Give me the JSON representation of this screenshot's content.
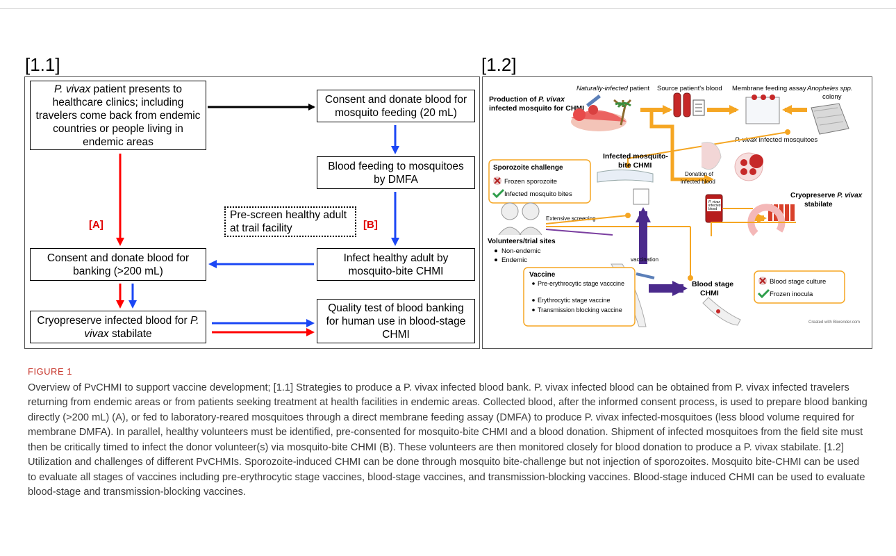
{
  "panel_labels": {
    "left": "[1.1]",
    "right": "[1.2]"
  },
  "left": {
    "box_patient": [
      "P. vivax",
      " patient presents to healthcare clinics; including travelers come back from endemic countries or people living in endemic areas"
    ],
    "box_consent_mosq": "Consent and donate blood for mosquito feeding (20 mL)",
    "box_blood_feeding": "Blood feeding to mosquitoes by DMFA",
    "box_prescreen": "Pre-screen healthy adult at trail facility",
    "box_infect": "Infect healthy adult by mosquito-bite CHMI",
    "box_consent_bank": "Consent and donate blood for banking (>200 mL)",
    "box_cryo": [
      "Cryopreserve infected blood for ",
      "P. vivax",
      " stabilate"
    ],
    "box_quality": "Quality test of blood banking for human use in blood-stage CHMI",
    "label_A": "[A]",
    "label_B": "[B]"
  },
  "right": {
    "production_title": [
      "Production of ",
      "P. vivax",
      " infected mosquito for CHMI"
    ],
    "naturally_infected": [
      "Naturally-infected",
      " patient"
    ],
    "source_blood": "Source patient's blood",
    "membrane_assay": "Membrane feeding assay",
    "anopheles": [
      "Anopheles spp.",
      "colony"
    ],
    "pv_infected_mosq": [
      "P. vivax",
      " infected mosquitoes"
    ],
    "infected_bite_chmi": [
      "Infected mosquito-",
      "bite CHMI"
    ],
    "sporozoite_title": "Sporozoite challenge",
    "frozen_sporozoite": "Frozen sporozoite",
    "infected_bites": "Infected mosquito bites",
    "donation": [
      "Donation of",
      "infected blood"
    ],
    "cryo_title": [
      "Cryopreserve ",
      "P. vivax",
      "stabilate"
    ],
    "extensive_screening": "Extensive screening",
    "volunteers_title": "Volunteers/trial sites",
    "volunteers_items": [
      "Non-endemic",
      "Endemic"
    ],
    "vaccination": "vaccination",
    "vaccine_title": "Vaccine",
    "vaccine_items": [
      "Pre-erythrocytic  stage vacccine",
      "Erythrocytic stage vaccine",
      "Transmission blocking vaccine"
    ],
    "blood_stage_chmi": [
      "Blood stage",
      "CHMI"
    ],
    "blood_stage_culture": "Blood stage culture",
    "frozen_inocula": "Frozen inocula",
    "biorender": "Created with Biorender.com",
    "bag_text": [
      "P. vivax",
      "infected",
      "blood"
    ]
  },
  "caption": {
    "figure_label": "FIGURE 1",
    "text": "Overview of PvCHMI to support vaccine development; [1.1] Strategies to produce a P. vivax infected blood bank. P. vivax infected blood can be obtained from P. vivax infected travelers returning from endemic areas or from patients seeking treatment at health facilities in endemic areas. Collected blood, after the informed consent process, is used to prepare blood banking directly (>200 mL) (A), or fed to laboratory-reared mosquitoes through a direct membrane feeding assay (DMFA) to produce P. vivax infected-mosquitoes (less blood volume required for membrane DMFA). In parallel, healthy volunteers must be identified, pre-consented for mosquito-bite CHMI and a blood donation. Shipment of infected mosquitoes from the field site must then be critically timed to infect the donor volunteer(s) via mosquito-bite CHMI (B). These volunteers are then monitored closely for blood donation to produce a P. vivax stabilate. [1.2] Utilization and challenges of different PvCHMIs. Sporozoite-induced CHMI can be done through mosquito bite-challenge but not injection of sporozoites. Mosquito bite-CHMI can be used to evaluate all stages of vaccines including pre-erythrocytic stage vaccines, blood-stage vaccines, and transmission-blocking vaccines. Blood-stage induced CHMI can be used to evaluate blood-stage and transmission-blocking vaccines."
  },
  "colors": {
    "red": "#ff0000",
    "blue": "#1b47f5",
    "orange": "#f5a623",
    "purple": "#4b2a8c",
    "caption_red": "#c7342a"
  }
}
